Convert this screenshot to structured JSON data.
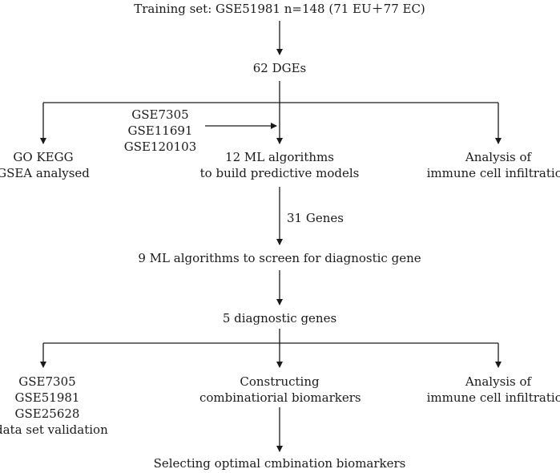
{
  "nodes": {
    "training_set": "Training set: GSE51981 n=148 (71 EU＋77 EC)",
    "dges": "62 DGEs",
    "go_kegg": [
      "GO KEGG",
      "GSEA analysed"
    ],
    "external_sets": [
      "GSE7305",
      "GSE11691",
      "GSE120103"
    ],
    "ml12": [
      "12 ML algorithms",
      "to build predictive models"
    ],
    "immune_top": [
      "Analysis of",
      "immune cell infiltration"
    ],
    "ml9": "9 ML algorithms to screen for diagnostic gene",
    "diag_genes": "5 diagnostic genes",
    "validation": [
      "GSE7305",
      "GSE51981",
      "GSE25628",
      "data set validation"
    ],
    "constructing": [
      "Constructing",
      "combinatiorial biomarkers"
    ],
    "immune_bottom": [
      "Analysis of",
      "immune cell infiltration"
    ],
    "selecting": "Selecting optimal cmbination biomarkers"
  },
  "edge_labels": {
    "genes31": "31 Genes"
  },
  "colors": {
    "stroke": "#1a1a1a",
    "text": "#1a1a1a",
    "background": "#ffffff"
  }
}
